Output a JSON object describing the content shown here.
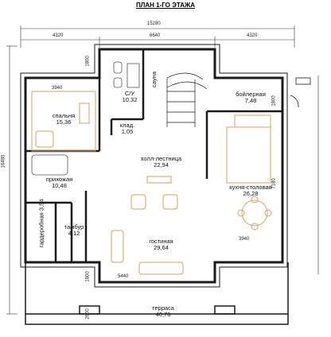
{
  "title": "ПЛАН 1-ГО ЭТАЖА",
  "rooms": {
    "bedroom": {
      "name": "спальня",
      "area": "15,36"
    },
    "bathroom": {
      "name": "С/У",
      "area": "10,32"
    },
    "sauna": {
      "name": "сауна"
    },
    "boiler": {
      "name": "бойлерная",
      "area": "7,48"
    },
    "pantry": {
      "name": "клад.",
      "area": "1,05"
    },
    "hall": {
      "name": "холл-лестница",
      "area": "22,94"
    },
    "hallway": {
      "name": "прихожая",
      "area": "10,48"
    },
    "kitchen": {
      "name": "кухня-столовая",
      "area": "26,28"
    },
    "dressing": {
      "name": "гардеробная",
      "area": "3,54"
    },
    "vestibule": {
      "name": "тамбур",
      "area": "4,12"
    },
    "living": {
      "name": "гостиная",
      "area": "29,64"
    },
    "terrace": {
      "name": "терраса",
      "area": "40,76"
    }
  },
  "dimensions": {
    "total_width": "15280",
    "left": "4320",
    "middle": "6640",
    "right": "4320",
    "total_height": "16480",
    "bedroom_width": "3940",
    "kitchen_width": "3940",
    "living_width": "5440",
    "top_left_v": "1800",
    "right_v": "1800",
    "kitchen_v": "7180",
    "bottom_v1": "1800",
    "bottom_v2": "2600"
  },
  "colors": {
    "wall": "#1a1a1a",
    "furniture": "#d9a15a",
    "dim": "#333333"
  }
}
